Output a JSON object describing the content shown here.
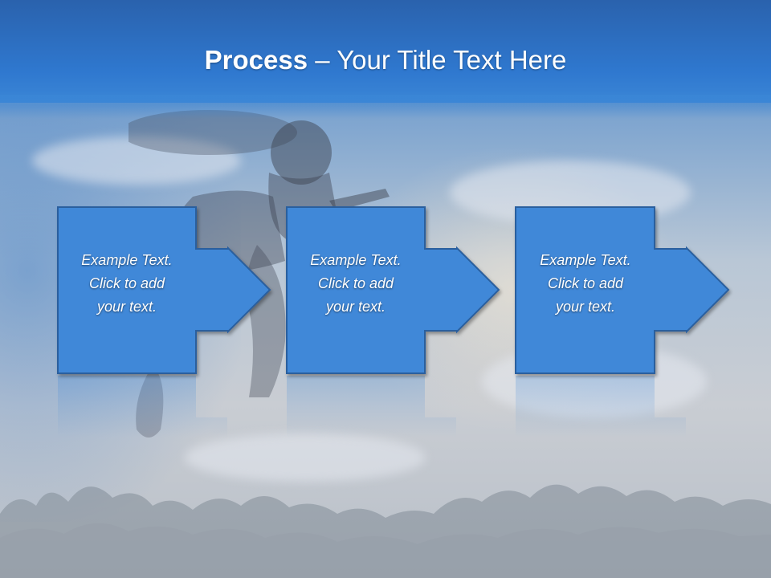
{
  "slide": {
    "title_bold": "Process",
    "title_rest": " – Your Title Text Here",
    "steps": [
      {
        "line1": "Example Text.",
        "line2": "Click  to add",
        "line3": "your text."
      },
      {
        "line1": "Example Text.",
        "line2": "Click  to add",
        "line3": "your text."
      },
      {
        "line1": "Example Text.",
        "line2": "Click  to add",
        "line3": "your text."
      }
    ]
  },
  "colors": {
    "title_bar": "#2f78cf",
    "step_fill": "#3f88d8",
    "step_border": "#2a5f9e",
    "text": "#ffffff"
  },
  "icons": {
    "step_connector": "right-arrow-icon"
  }
}
